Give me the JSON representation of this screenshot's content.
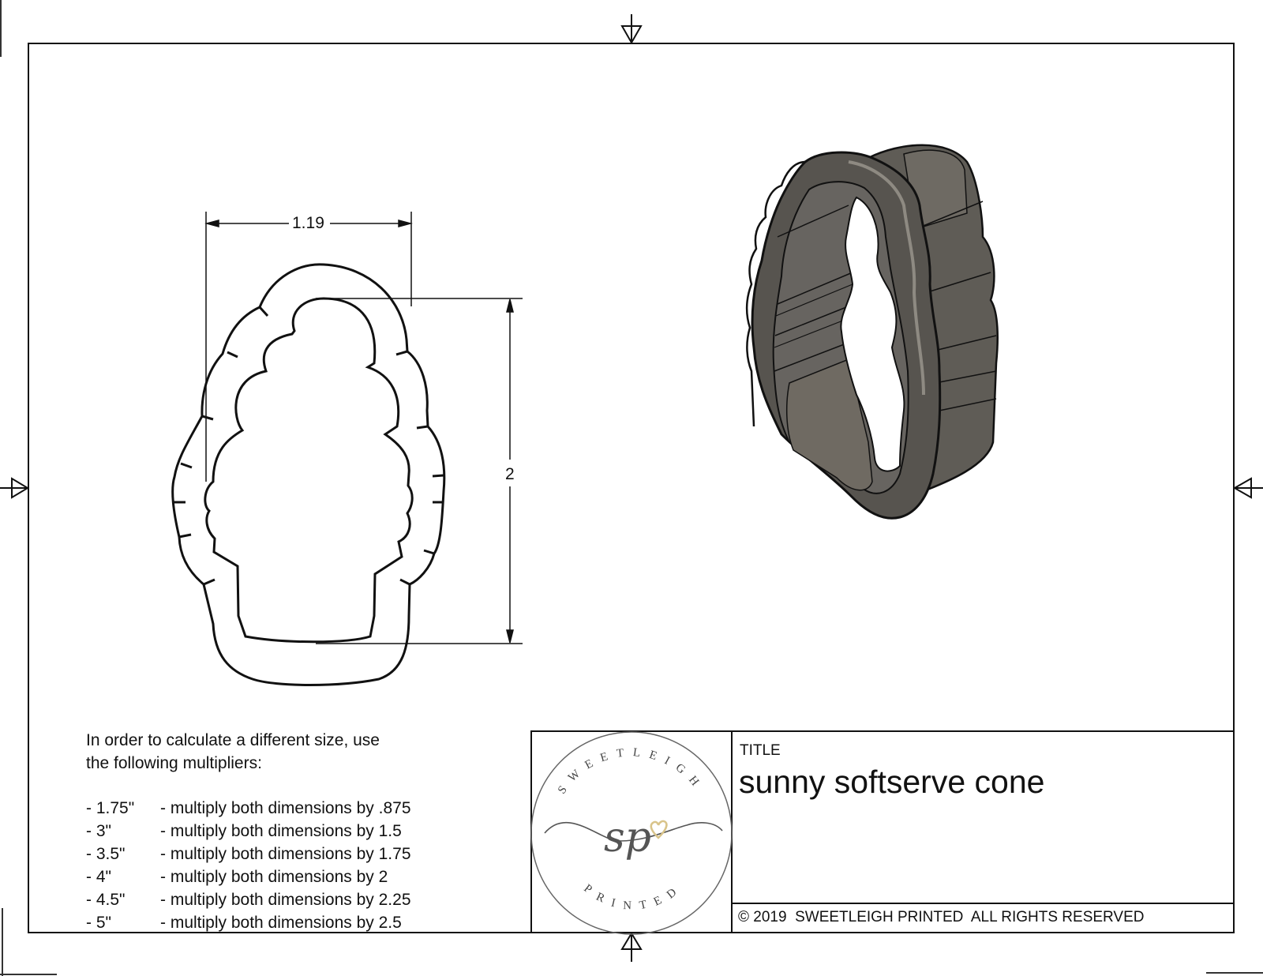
{
  "sheet": {
    "border_color": "#111111",
    "background": "#ffffff"
  },
  "drawing": {
    "dimensions": {
      "width": "1.19",
      "height": "2"
    },
    "shape": "softserve-cone-outline",
    "render": {
      "type": "3d-isometric-cookie-cutter",
      "color": "#5e5b55"
    }
  },
  "notes": {
    "intro": "In order to calculate a different size, use the following multipliers:",
    "intro_line1": "In order to calculate a different size, use",
    "intro_line2": "the following multipliers:",
    "multipliers": [
      {
        "size": "- 1.75\"",
        "desc": "- multiply both dimensions by .875"
      },
      {
        "size": "- 3\"",
        "desc": "- multiply both dimensions by 1.5"
      },
      {
        "size": "- 3.5\"",
        "desc": "- multiply both dimensions by 1.75"
      },
      {
        "size": "- 4\"",
        "desc": "- multiply both dimensions by 2"
      },
      {
        "size": "- 4.5\"",
        "desc": "- multiply both dimensions by 2.25"
      },
      {
        "size": "- 5\"",
        "desc": "- multiply both dimensions by 2.5"
      }
    ]
  },
  "title_block": {
    "logo": {
      "top_text": "SWEETLEIGH",
      "bottom_text": "PRINTED",
      "monogram": "sp",
      "heart_color": "#d9c48a"
    },
    "label": "TITLE",
    "title": "sunny softserve cone",
    "copyright": "© 2019  SWEETLEIGH PRINTED  ALL RIGHTS RESERVED"
  }
}
